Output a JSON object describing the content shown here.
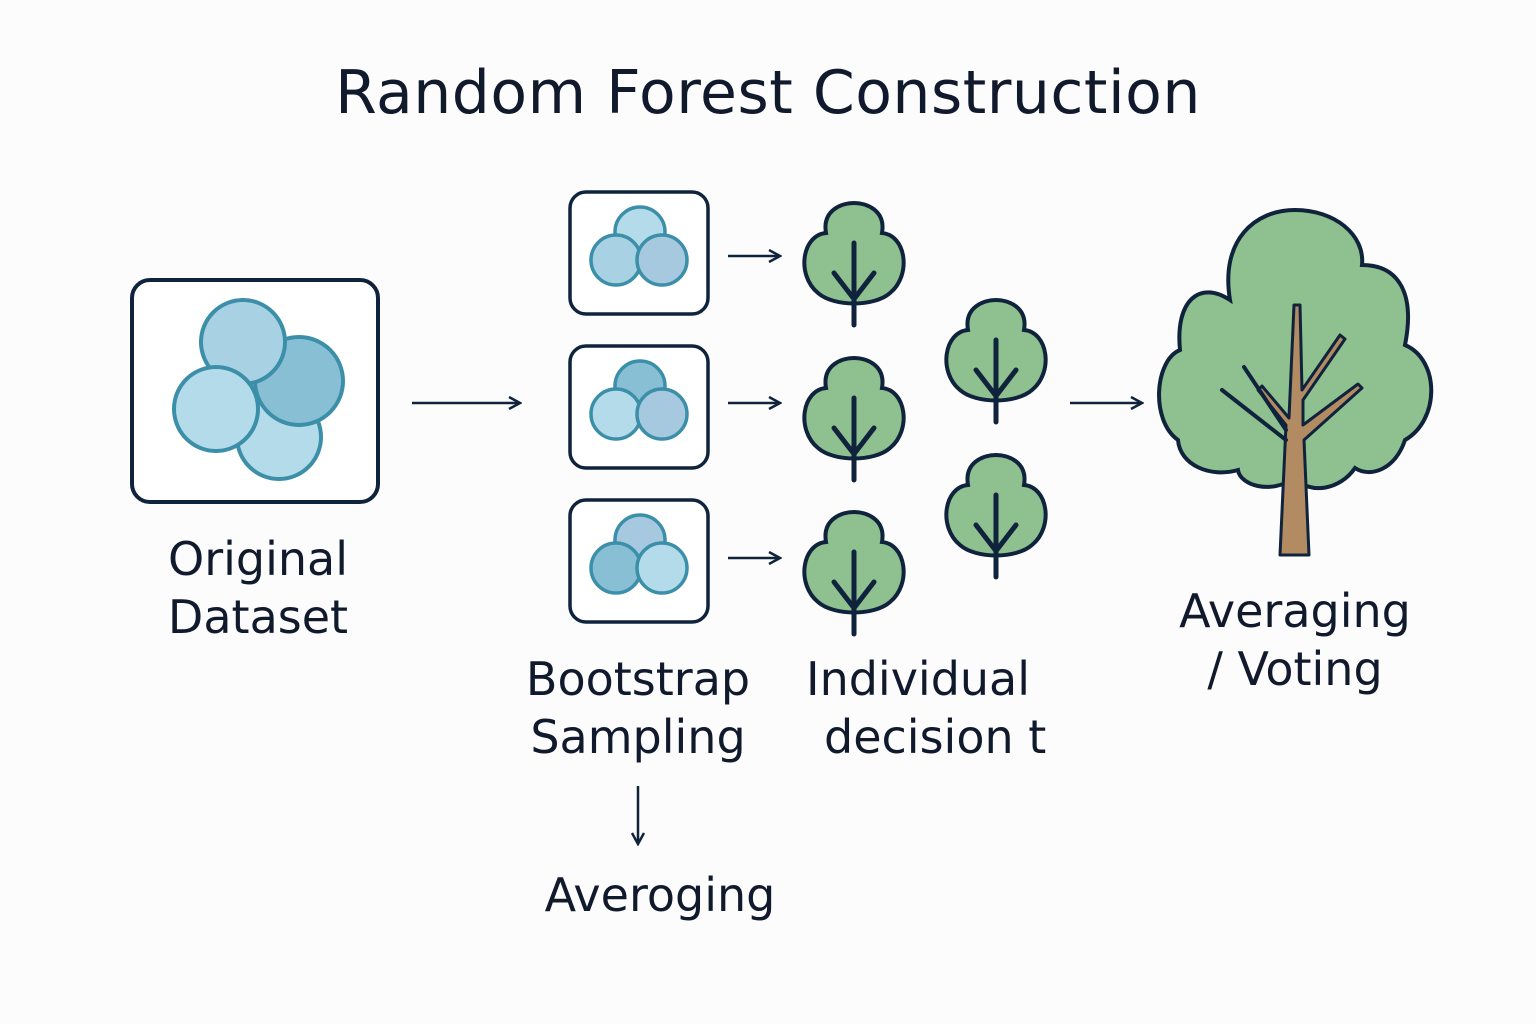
{
  "title": "Random Forest Construction",
  "colors": {
    "outline": "#10233d",
    "circle_stroke": "#3b8fa8",
    "circle_fills": [
      "#a9d1e4",
      "#88bfd4",
      "#b4dbe9",
      "#9ccbe0",
      "#a7c9df"
    ],
    "tree_fill": "#8fc08f",
    "trunk": "#b38b63"
  },
  "labels": {
    "original_dataset": [
      "Original",
      "Dataset"
    ],
    "bootstrap_sampling": [
      "Bootstrap",
      "Sampling"
    ],
    "individual_trees": [
      "Individual",
      "decision t"
    ],
    "averaging_voting": [
      "Averaging",
      "/ Voting"
    ],
    "averoging": "Averoging"
  },
  "stages": [
    {
      "name": "original-dataset",
      "circle_count": 4
    },
    {
      "name": "bootstrap-samples",
      "count": 3,
      "circles_per_sample": 3
    },
    {
      "name": "individual-trees",
      "count": 5
    },
    {
      "name": "final-tree",
      "count": 1
    }
  ]
}
